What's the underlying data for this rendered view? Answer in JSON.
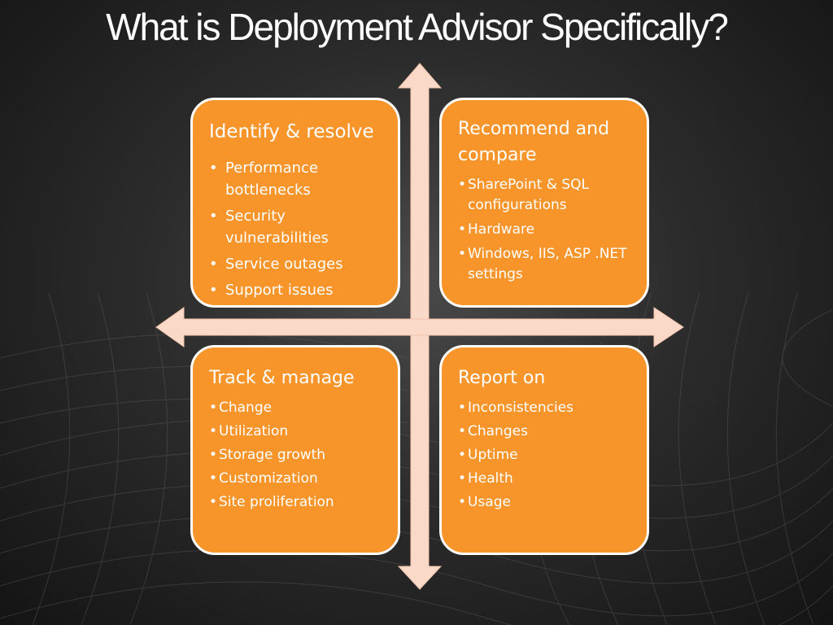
{
  "slide": {
    "title": "What is Deployment Advisor Specifically?"
  },
  "quadrants": [
    {
      "heading": "Identify & resolve",
      "items": [
        "Performance bottlenecks",
        "Security vulnerabilities",
        "Service outages",
        "Support issues"
      ]
    },
    {
      "heading": "Recommend and compare",
      "items": [
        "SharePoint & SQL configurations",
        "Hardware",
        "Windows, IIS, ASP .NET settings"
      ]
    },
    {
      "heading": "Track & manage",
      "items": [
        "Change",
        "Utilization",
        "Storage growth",
        "Customization",
        "Site proliferation"
      ]
    },
    {
      "heading": "Report on",
      "items": [
        "Inconsistencies",
        "Changes",
        "Uptime",
        "Health",
        "Usage"
      ]
    }
  ],
  "colors": {
    "box_fill": "#f7952b",
    "box_border": "#ffffff",
    "arrow_fill": "#fbd9c8"
  }
}
